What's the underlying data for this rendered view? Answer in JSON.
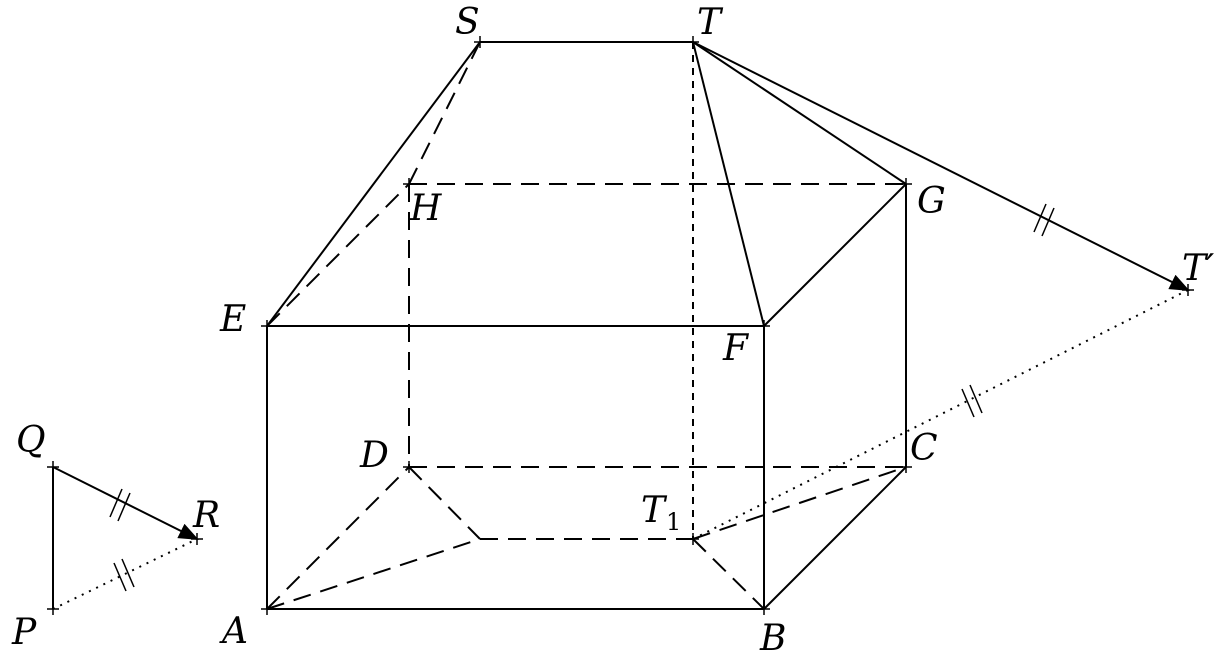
{
  "labels": {
    "S": "S",
    "T": "T",
    "H": "H",
    "G": "G",
    "T_prime": "T′",
    "E": "E",
    "F": "F",
    "D": "D",
    "C": "C",
    "T1_base": "T",
    "T1_sub": "1",
    "A": "A",
    "B": "B",
    "Q": "Q",
    "R": "R",
    "P": "P"
  }
}
